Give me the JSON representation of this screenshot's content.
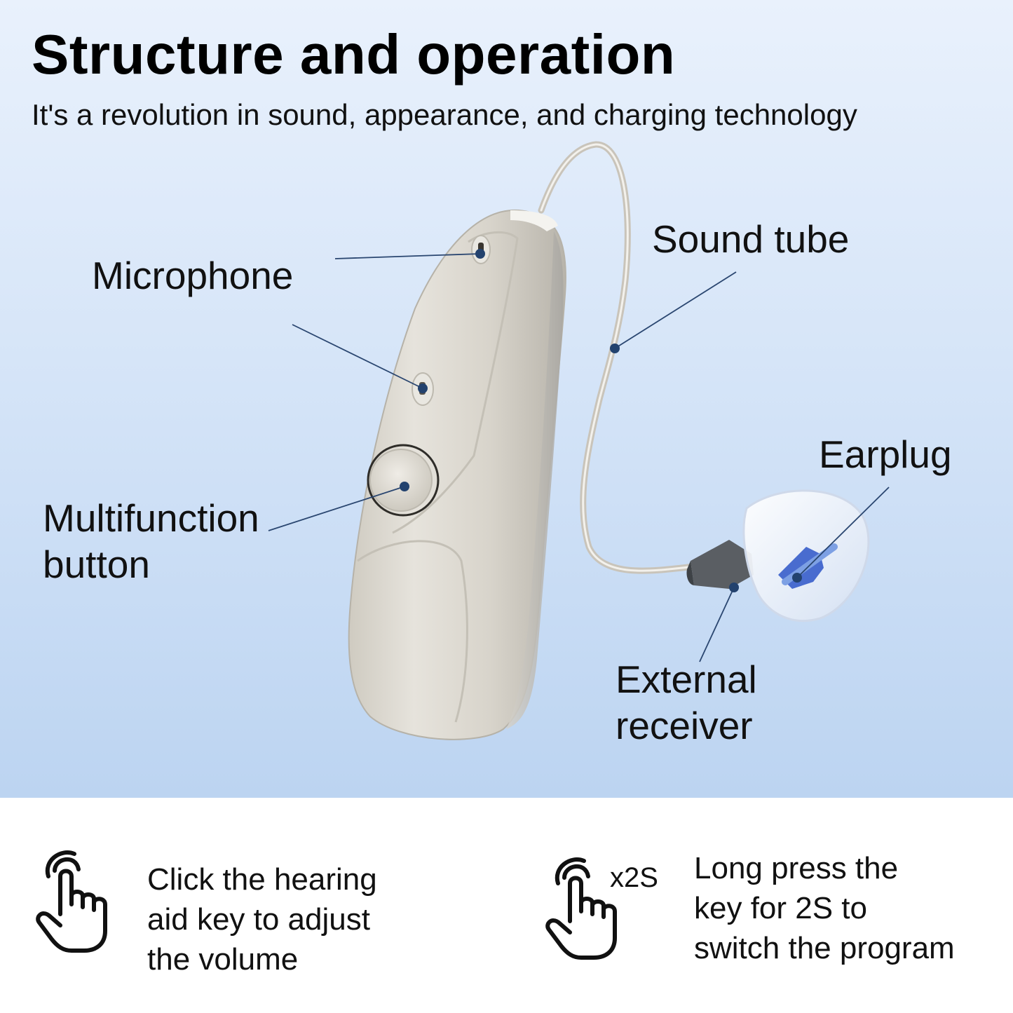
{
  "header": {
    "title": "Structure and operation",
    "subtitle": "It's a revolution in sound, appearance, and charging technology"
  },
  "labels": {
    "microphone": "Microphone",
    "sound_tube": "Sound tube",
    "earplug": "Earplug",
    "multifunction_line1": "Multifunction",
    "multifunction_line2": "button",
    "receiver_line1": "External",
    "receiver_line2": "receiver"
  },
  "instructions": {
    "click": {
      "icon": "tap-hand-icon",
      "lines": [
        "Click the hearing",
        "aid key to adjust",
        "the volume"
      ]
    },
    "long_press": {
      "icon": "long-press-hand-icon",
      "badge": "x2S",
      "lines": [
        "Long press the",
        "key for 2S  to",
        "switch the program"
      ]
    }
  },
  "colors": {
    "background_top": "#e9f1fc",
    "background_bottom": "#bcd4f1",
    "device_body": "#d9d5cc",
    "marker_dot": "#23426e",
    "leader_line": "#2a4670",
    "receiver_blue": "#1f4fd6"
  }
}
